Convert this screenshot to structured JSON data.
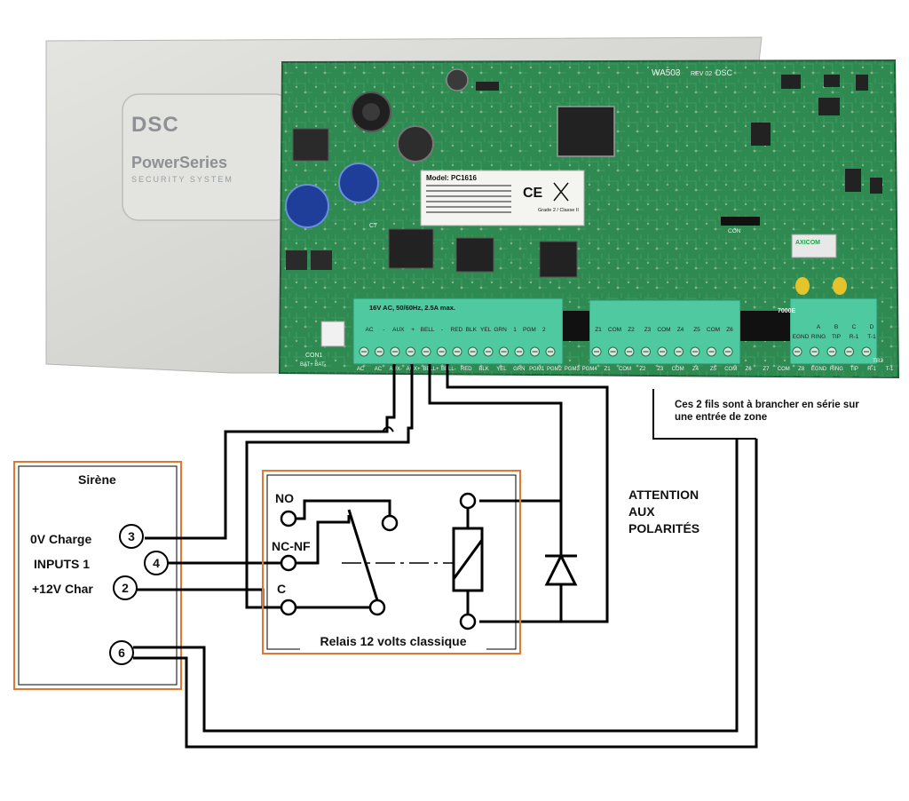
{
  "enclosure": {
    "brand": "DSC",
    "product_line": "PowerSeries",
    "subtitle": "SECURITY SYSTEM"
  },
  "board": {
    "model_code": "WA503",
    "revision": "REV 02",
    "maker_mark": "DSC",
    "sticker_model": "Model: PC1616",
    "sticker_grade": "Grade 2 / Classe II",
    "power_rating": "16V AC, 50/60Hz, 2.5A max.",
    "top_terminal_labels": [
      "AC",
      "-",
      "AUX",
      "+",
      "BELL",
      "-",
      "RED",
      "BLK",
      "YEL",
      "GRN",
      "1",
      "PGM",
      "2",
      "Z1",
      "COM",
      "Z2",
      "Z3",
      "COM",
      "Z4",
      "Z5",
      "COM",
      "Z6"
    ],
    "right_terminal_labels": [
      "EGND",
      "RING",
      "TIP",
      "R-1",
      "T-1"
    ],
    "right_terminal_letters": [
      "A",
      "B",
      "C",
      "D"
    ],
    "bottom_strip_labels": [
      "AC",
      "AC",
      "AUX-",
      "AUX+",
      "BELL+",
      "BELL-",
      "RED",
      "BLK",
      "YEL",
      "GRN",
      "PGM1",
      "PGM2",
      "PGM3",
      "PGM4",
      "Z1",
      "COM",
      "Z2",
      "Z3",
      "COM",
      "Z4",
      "Z5",
      "COM",
      "Z6",
      "Z7",
      "COM",
      "Z8",
      "EGND",
      "RING",
      "TIP",
      "R-1",
      "T-1"
    ],
    "battery_label": "CON1",
    "battery_terminals": "BAT+ BAT-",
    "tb_label": "TB2",
    "relay_brand": "AXICOM",
    "con_label": "CON",
    "cap_label": "C7",
    "chip_label": "7000E"
  },
  "sirene": {
    "title": "Sirène",
    "inputs_label": "INPUTS 1",
    "terminals": [
      {
        "num": "3",
        "label": "0V Charge"
      },
      {
        "num": "4",
        "label": ""
      },
      {
        "num": "2",
        "label": "+12V Char"
      },
      {
        "num": "6",
        "label": ""
      }
    ]
  },
  "relay": {
    "caption": "Relais 12 volts classique",
    "contacts": [
      {
        "label": "NO"
      },
      {
        "label": "NC-NF"
      },
      {
        "label": "C"
      }
    ]
  },
  "notes": {
    "series_wires": "Ces 2 fils sont à brancher en série sur une entrée de zone",
    "polarity": [
      "ATTENTION",
      "AUX",
      "POLARITÉS"
    ]
  },
  "colors": {
    "pcb_green": "#2f8a52",
    "enclosure_grey": "#d9d9d6",
    "box_outline": "#e2772f",
    "terminal_green": "#46c59a",
    "wire": "#000000"
  }
}
